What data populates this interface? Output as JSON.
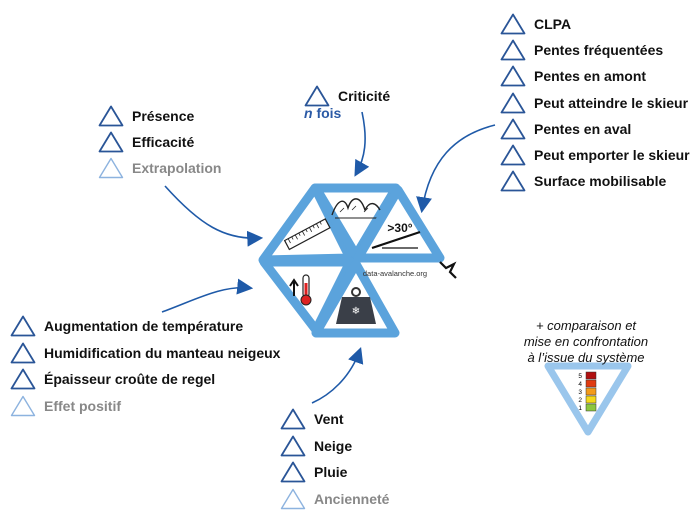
{
  "groups": {
    "presence": {
      "items": [
        {
          "label": "Présence",
          "faded": false
        },
        {
          "label": "Efficacité",
          "faded": false
        },
        {
          "label": "Extrapolation",
          "faded": true
        }
      ]
    },
    "criticite": {
      "label": "Criticité",
      "n": "n",
      "fois": " fois"
    },
    "terrain": {
      "items": [
        {
          "label": "CLPA",
          "faded": false
        },
        {
          "label": "Pentes fréquentées",
          "faded": false
        },
        {
          "label": "Pentes en amont",
          "faded": false
        },
        {
          "label": "Peut atteindre le skieur",
          "faded": false
        },
        {
          "label": "Pentes en aval",
          "faded": false
        },
        {
          "label": "Peut emporter le skieur",
          "faded": false
        },
        {
          "label": "Surface mobilisable",
          "faded": false
        }
      ]
    },
    "temperature": {
      "items": [
        {
          "label": "Augmentation de température",
          "faded": false
        },
        {
          "label": "Humidification du manteau neigeux",
          "faded": false
        },
        {
          "label": "Épaisseur croûte de regel",
          "faded": false
        },
        {
          "label": "Effet positif",
          "faded": true
        }
      ]
    },
    "meteo": {
      "items": [
        {
          "label": "Vent",
          "faded": false
        },
        {
          "label": "Neige",
          "faded": false
        },
        {
          "label": "Pluie",
          "faded": false
        },
        {
          "label": "Ancienneté",
          "faded": true
        }
      ]
    }
  },
  "center": {
    "slope_label": ">30°",
    "logo_text": "data-avalanche.org"
  },
  "note": {
    "lines": [
      "+ comparaison et",
      "mise en confrontation",
      "à l’issue du système"
    ]
  },
  "scale": {
    "levels": [
      "5",
      "4",
      "3",
      "2",
      "1"
    ],
    "colors": [
      "#b01010",
      "#e03a10",
      "#f39a1a",
      "#f4d81a",
      "#8cc63e"
    ]
  },
  "colors": {
    "triangle": "#2a5597",
    "faded_triangle": "#8db3df",
    "arrow": "#1f5aa8",
    "frame": "#5ba3dc"
  }
}
